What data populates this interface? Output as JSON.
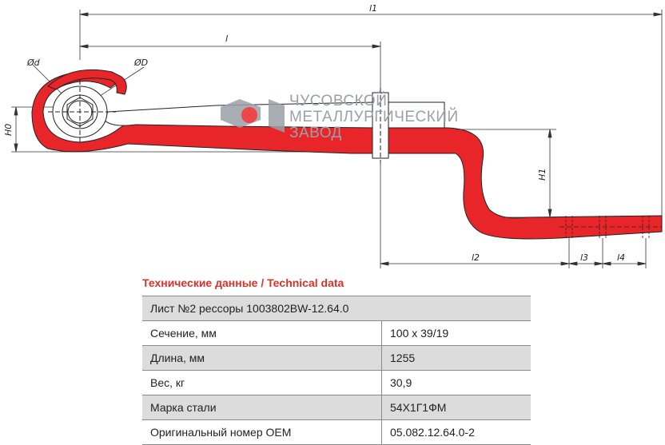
{
  "drawing": {
    "dimensions": {
      "l1": "l1",
      "l": "l",
      "phi_d": "Ød",
      "phi_D": "ØD",
      "h0": "H0",
      "h1": "H1",
      "l2": "l2",
      "l3": "l3",
      "l4": "l4"
    },
    "brand": {
      "line1": "ЧУСОВСКОЙ",
      "line2": "МЕТАЛЛУРГИЧЕСКИЙ",
      "line3": "ЗАВОД"
    },
    "colors": {
      "spring": "#e8262a",
      "outline": "#222222",
      "brand_gray": "#9aa0a6",
      "brand_red": "#e8262a"
    }
  },
  "specs": {
    "title": "Технические данные / Technical data",
    "header": "Лист №2 рессоры 1003802BW-12.64.0",
    "rows": [
      {
        "label": "Сечение, мм",
        "value": "100 х 39/19"
      },
      {
        "label": "Длина, мм",
        "value": "1255"
      },
      {
        "label": "Вес, кг",
        "value": "30,9"
      },
      {
        "label": "Марка стали",
        "value": "54Х1Г1ФМ"
      },
      {
        "label": "Оригинальный номер OEM",
        "value": "05.082.12.64.0-2"
      }
    ]
  }
}
